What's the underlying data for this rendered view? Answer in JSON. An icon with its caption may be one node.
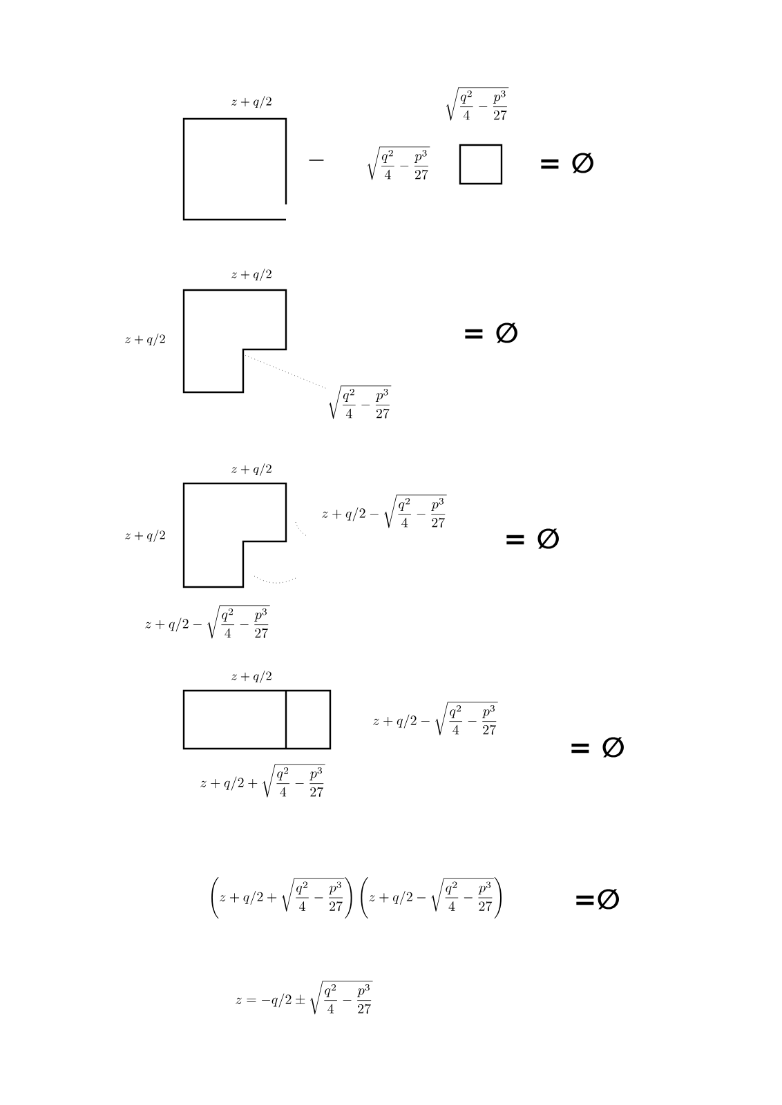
{
  "diagram": {
    "nodes": [
      {
        "text": [],
        "shape": "box"
      },
      {
        "text": [],
        "shape": "box"
      },
      {
        "text": [],
        "shape": "box"
      },
      {
        "text": [
          "\\sqrt{\\frac{q^2}{4}-\\frac{p^3}{27}}"
        ]
      },
      {
        "text": [],
        "shape": "box"
      },
      {
        "text": [],
        "shape": "box"
      }
    ],
    "edges": [
      {
        "from": 3,
        "to": 2,
        "arrow": "none",
        "style": "dashed"
      }
    ],
    "labels": [
      "z+q/2",
      "-",
      "\\sqrt{\\frac{q^2}{4}-\\frac{p^3}{27}}",
      "\\sqrt{\\frac{q^2}{4}-\\frac{p^3}{27}}",
      "= ∅",
      "z+q/2",
      "z+q/2",
      "= ∅",
      "z+q/2",
      "z+q/2",
      "z+q/2-\\sqrt{\\frac{q^2}{4}-\\frac{p^3}{27}}",
      "= ∅",
      "z+q/2-\\sqrt{\\frac{q^2}{4}-\\frac{p^3}{27}}",
      "z+q/2",
      "z+q/2-\\sqrt{\\frac{q^2}{4}-\\frac{p^3}{27}}",
      "= ∅",
      "z+q/2+\\sqrt{\\frac{q^2}{4}-\\frac{p^3}{27}}",
      "\\left(z+q/2+\\sqrt{\\frac{q^2}{4}-\\frac{p^3}{27}}\\right)\\left(z+q/2-\\sqrt{\\frac{q^2}{4}-\\frac{p^3}{27}}\\right)",
      "=∅",
      "z=-q/2\\pm\\sqrt{\\frac{q^2}{4}-\\frac{p^3}{27}}"
    ]
  }
}
